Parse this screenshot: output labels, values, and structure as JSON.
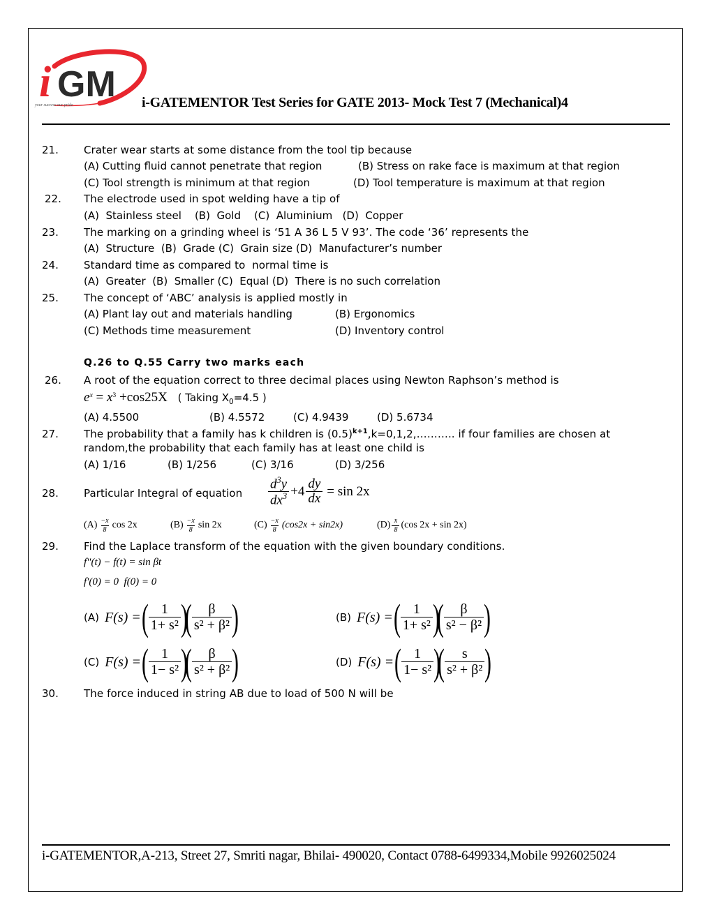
{
  "header": {
    "logo": {
      "text": "iGM",
      "tagline": "your success our pride",
      "colors": {
        "i": "#e8262e",
        "GM": "#2b2b2b",
        "swoosh": "#e8262e"
      }
    },
    "title": "i-GATEMENTOR Test Series for GATE 2013- Mock Test 7 (Mechanical)4"
  },
  "questions": [
    {
      "number": "21.",
      "text": "Crater wear starts at some distance from the tool tip because",
      "options": {
        "A": "(A)  Cutting fluid cannot penetrate that region",
        "B": "(B)  Stress on rake face is maximum at that region",
        "C": "(C)  Tool strength is minimum at that region",
        "D": "(D)  Tool temperature is maximum at that region"
      }
    },
    {
      "number": "22.",
      "text": "The electrode used in spot welding have a tip of",
      "options_line": "(A)  Stainless steel    (B)  Gold    (C)  Aluminium   (D)  Copper"
    },
    {
      "number": "23.",
      "text": "The marking on a grinding wheel is ‘51 A 36 L 5 V 93’. The code ‘36’ represents the",
      "options_line": "(A)  Structure  (B)  Grade (C)  Grain size (D)  Manufacturer’s number"
    },
    {
      "number": "24.",
      "text": "Standard time as compared to  normal time is",
      "options_line": "(A)  Greater  (B)  Smaller (C)  Equal (D)  There is no such correlation"
    },
    {
      "number": "25.",
      "text": "The concept of ‘ABC’ analysis is applied mostly in",
      "options": {
        "A": "(A)  Plant lay out and materials handling",
        "B": "(B)  Ergonomics",
        "C": "(C)  Methods time measurement",
        "D": "(D)  Inventory control"
      }
    }
  ],
  "section_heading": "Q.26 to Q.55 Carry two marks each",
  "q26": {
    "number": "26.",
    "text": "A root of the equation correct to three decimal places using Newton Raphson’s method is",
    "equation": {
      "lhs_base": "e",
      "lhs_exp": "x",
      "eq": " = ",
      "x": "x",
      "x_exp": "3",
      "rest": " +cos25X"
    },
    "taking": "( Taking X",
    "taking_sub": "0",
    "taking_rest": "=4.5 )",
    "options": {
      "A": "(A)  4.5500",
      "B": "(B)  4.5572",
      "C": "(C)  4.9439",
      "D": "(D)  5.6734"
    }
  },
  "q27": {
    "number": "27.",
    "text_start": "The probability that a family has k children is (0.5)",
    "text_sup": "k+1",
    "text_end": ",k=0,1,2,……….. if four families are chosen at",
    "text_line2": "random,the probability that each family has at least one child is",
    "options": {
      "A": "(A)  1/16",
      "B": "(B)  1/256",
      "C": "(C)  3/16",
      "D": "(D)  3/256"
    }
  },
  "q28": {
    "number": "28.",
    "text": "Particular Integral of equation",
    "equation": {
      "frac1_num": "d",
      "frac1_num_sup": "3",
      "frac1_num_var": "y",
      "frac1_den": "dx",
      "frac1_den_sup": "3",
      "plus": "+4",
      "frac2_num": "dy",
      "frac2_den": "dx",
      "rhs": "= sin 2x"
    },
    "options": [
      {
        "label": "(A)",
        "num": "−x",
        "den": "8",
        "expr": "cos 2x"
      },
      {
        "label": "(B)",
        "num": "−x",
        "den": "8",
        "expr": "sin 2x"
      },
      {
        "label": "(C)",
        "num": "−x",
        "den": "8",
        "expr": "(cos2x + sin2x)"
      },
      {
        "label": "(D)",
        "num": "x",
        "den": "8",
        "expr": "(cos 2x + sin 2x)"
      }
    ]
  },
  "q29": {
    "number": "29.",
    "text": "Find the Laplace transform of the equation with the given boundary conditions.",
    "eq1": "f\"(t) − f(t) = sin βt",
    "eq2": "f'(0) = 0  f(0) = 0",
    "options": [
      {
        "label": "(A)",
        "lhs": "F(s) =",
        "f1_num": "1",
        "f1_den": "1+ s²",
        "f2_num": "β",
        "f2_den": "s² + β²"
      },
      {
        "label": "(B)",
        "lhs": "F(s) =",
        "f1_num": "1",
        "f1_den": "1+ s²",
        "f2_num": "β",
        "f2_den": "s² − β²"
      },
      {
        "label": "(C)",
        "lhs": "F(s) =",
        "f1_num": "1",
        "f1_den": "1− s²",
        "f2_num": "β",
        "f2_den": "s² + β²"
      },
      {
        "label": "(D)",
        "lhs": "F(s) =",
        "f1_num": "1",
        "f1_den": "1− s²",
        "f2_num": "s",
        "f2_den": "s² + β²"
      }
    ]
  },
  "q30": {
    "number": "30.",
    "text": "The force induced in string AB due to load of 500 N will be"
  },
  "footer": {
    "text": "i-GATEMENTOR,A-213, Street 27, Smriti nagar, Bhilai- 490020, Contact 0788-6499334,Mobile 9926025024"
  }
}
